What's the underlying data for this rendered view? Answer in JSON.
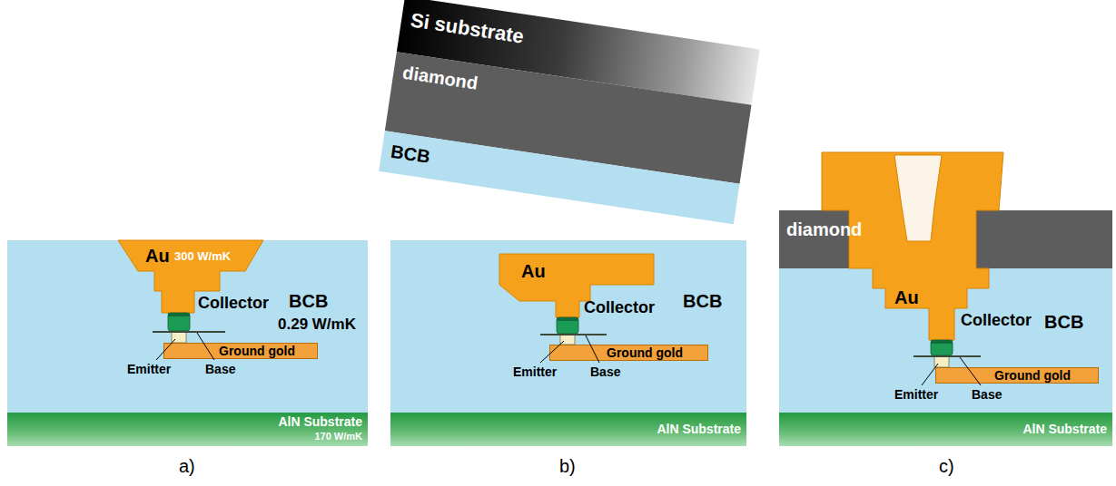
{
  "diagram": {
    "nodes": [
      {
        "text": [
          "BCB",
          "0.29 W/mK"
        ]
      },
      {
        "text": [
          "Au",
          "300 W/mK"
        ],
        "in": 0
      },
      {
        "text": [
          "Ground gold"
        ],
        "in": 0
      },
      {
        "text": [
          "AlN Substrate",
          "170 W/mK"
        ]
      },
      {
        "text": [
          "Si substrate"
        ]
      },
      {
        "text": [
          "diamond"
        ]
      },
      {
        "text": [
          "BCB"
        ]
      },
      {
        "text": [
          "BCB"
        ]
      },
      {
        "text": [
          "Au"
        ],
        "in": 7
      },
      {
        "text": [
          "Ground gold"
        ],
        "in": 7
      },
      {
        "text": [
          "AlN Substrate"
        ]
      },
      {
        "text": [
          "diamond"
        ]
      },
      {
        "text": [
          "BCB"
        ]
      },
      {
        "text": [
          "Au"
        ]
      },
      {
        "text": [
          "Ground gold"
        ],
        "in": 12
      },
      {
        "text": [
          "AlN Substrate"
        ]
      }
    ],
    "labels": [
      "Collector",
      "Emitter",
      "Base",
      "a)",
      "Collector",
      "Emitter",
      "Base",
      "b)",
      "Collector",
      "Emitter",
      "Base",
      "c)"
    ]
  }
}
